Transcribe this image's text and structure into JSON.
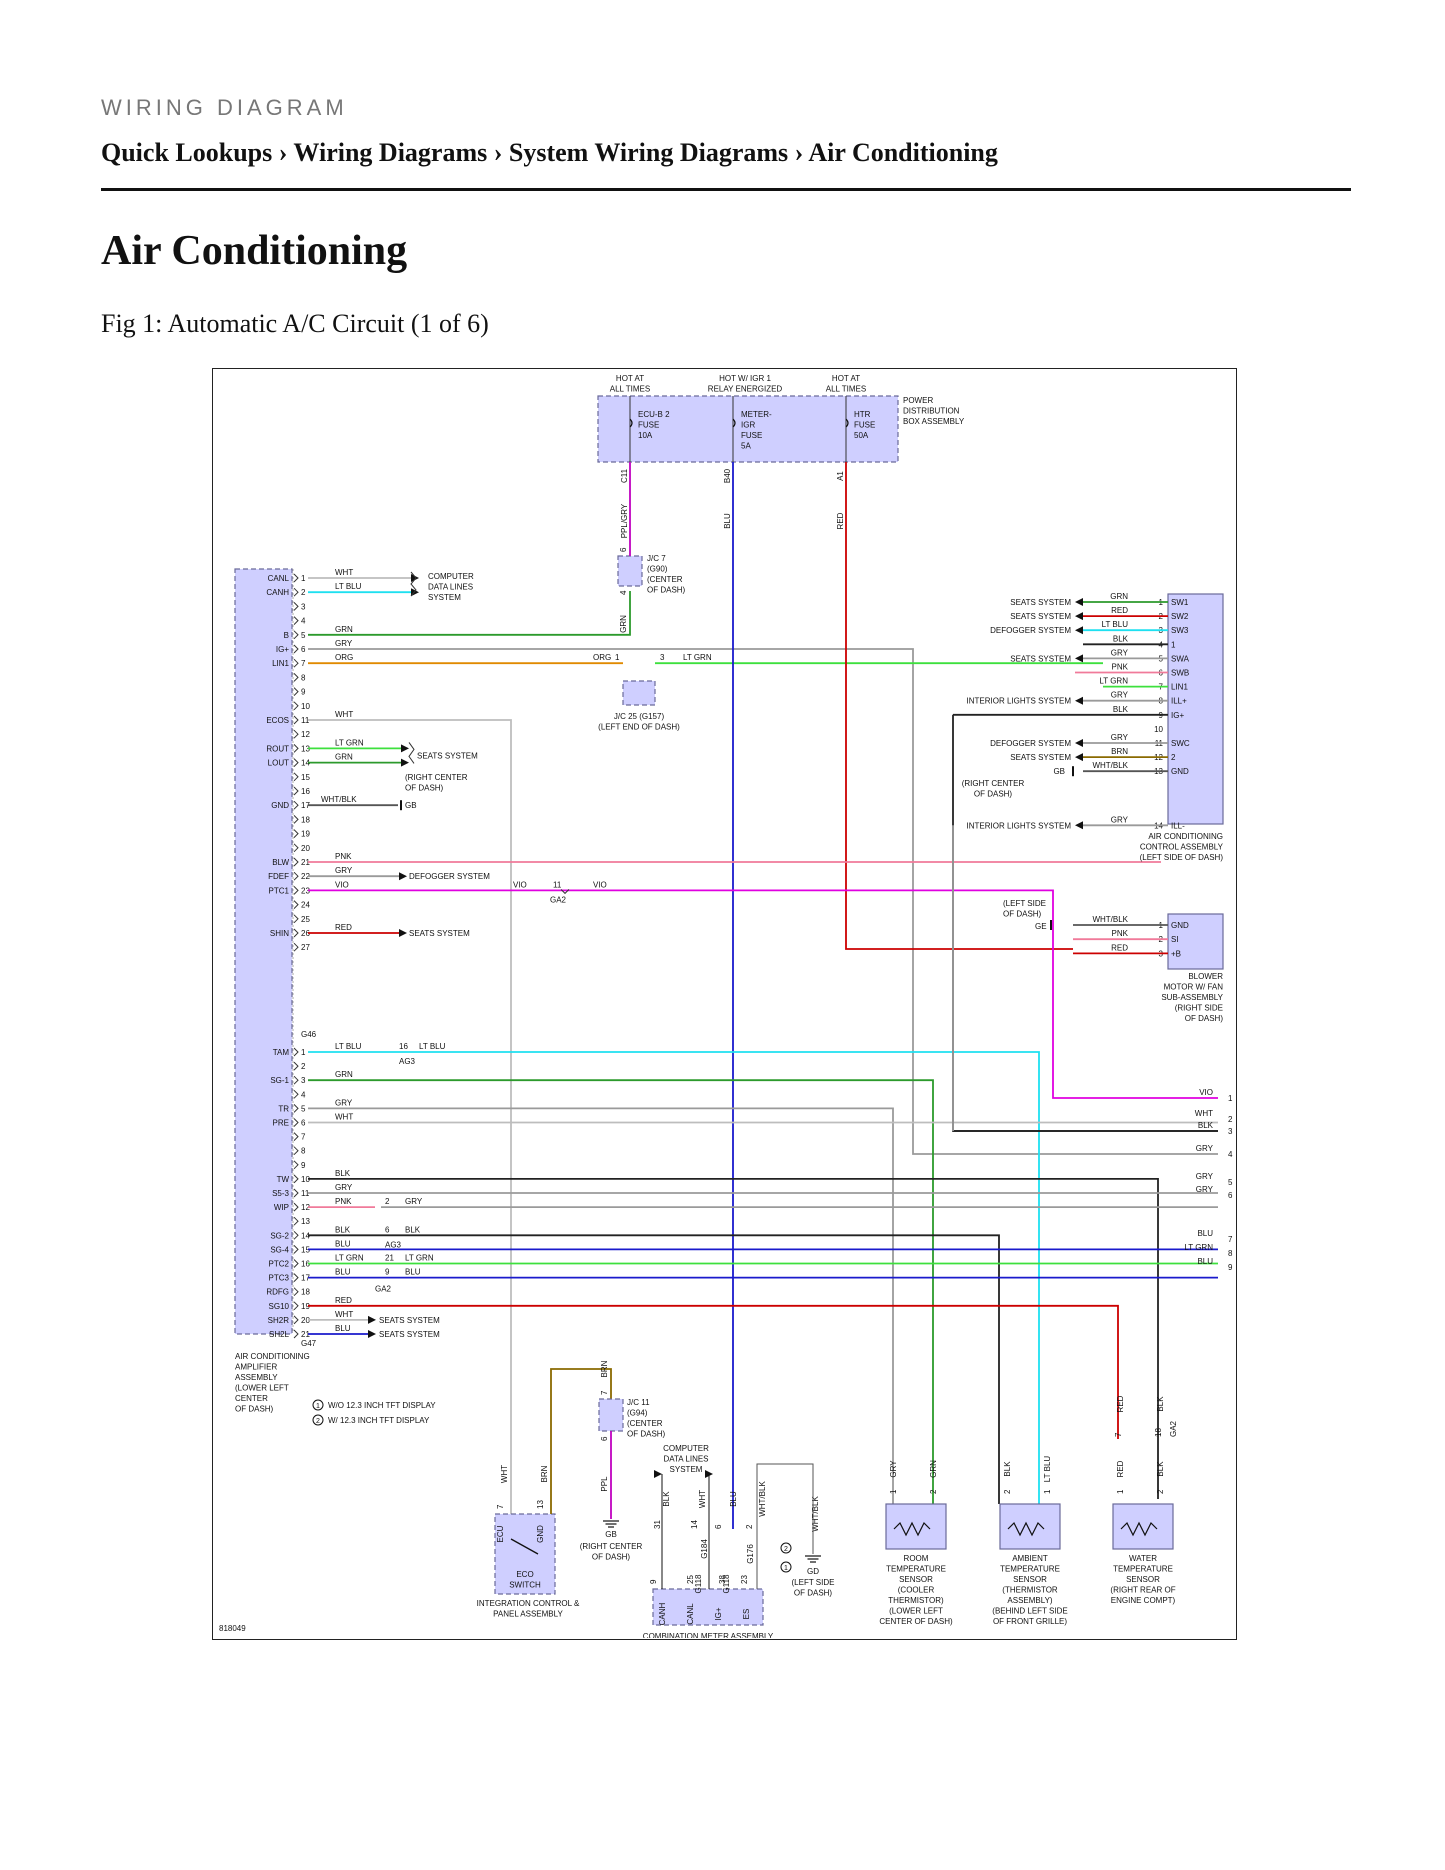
{
  "header": {
    "section_label": "WIRING DIAGRAM",
    "breadcrumb": "Quick Lookups › Wiring Diagrams › System Wiring Diagrams › Air Conditioning",
    "title": "Air Conditioning",
    "figure_caption": "Fig 1: Automatic A/C Circuit (1 of 6)"
  },
  "diagram": {
    "figure_id": "818049",
    "colors": {
      "box_fill": "#cfcfff",
      "box_stroke": "#6a6a9a"
    },
    "power_box": {
      "label": [
        "POWER",
        "DISTRIBUTION",
        "BOX ASSEMBLY"
      ],
      "hot_labels": [
        [
          "HOT AT",
          "ALL TIMES"
        ],
        [
          "HOT W/ IGR 1",
          "RELAY ENERGIZED"
        ],
        [
          "HOT AT",
          "ALL TIMES"
        ]
      ],
      "fuses": [
        [
          "ECU-B 2",
          "FUSE",
          "10A"
        ],
        [
          "METER-",
          "IGR",
          "FUSE",
          "5A"
        ],
        [
          "HTR",
          "FUSE",
          "50A"
        ]
      ],
      "connectors": [
        "C11",
        "B40",
        "A1"
      ],
      "wires": [
        "PPL/GRY",
        "BLU",
        "RED"
      ]
    },
    "junctions": {
      "jc7": {
        "label": [
          "J/C 7",
          "(G90)",
          "(CENTER",
          "OF DASH)"
        ],
        "pins": [
          "6",
          "4"
        ],
        "wire": "GRN"
      },
      "jc25": {
        "label": [
          "J/C 25 (G157)",
          "(LEFT END OF DASH)"
        ],
        "pin_left": "1",
        "pin_right": "3",
        "wire_left": "ORG",
        "wire_right": "LT GRN"
      },
      "jc11": {
        "label": [
          "J/C 11",
          "(G94)",
          "(CENTER",
          "OF DASH)"
        ],
        "pins": [
          "7",
          "6"
        ],
        "wire_top": "BRN",
        "wire_bottom": "PPL"
      }
    },
    "amplifier": {
      "label": [
        "AIR CONDITIONING",
        "AMPLIFIER",
        "ASSEMBLY",
        "(LOWER LEFT",
        "CENTER",
        "OF DASH)"
      ],
      "legend": [
        [
          "1",
          "W/O 12.3 INCH TFT DISPLAY"
        ],
        [
          "2",
          "W/ 12.3 INCH TFT DISPLAY"
        ]
      ],
      "connector_labels": [
        "G46",
        "G47"
      ],
      "pins_a": [
        {
          "pin": "1",
          "name": "CANL",
          "wire": "WHT"
        },
        {
          "pin": "2",
          "name": "CANH",
          "wire": "LT BLU"
        },
        {
          "pin": "3",
          "name": "",
          "wire": ""
        },
        {
          "pin": "4",
          "name": "",
          "wire": ""
        },
        {
          "pin": "5",
          "name": "B",
          "wire": "GRN"
        },
        {
          "pin": "6",
          "name": "IG+",
          "wire": "GRY"
        },
        {
          "pin": "7",
          "name": "LIN1",
          "wire": "ORG"
        },
        {
          "pin": "8",
          "name": "",
          "wire": ""
        },
        {
          "pin": "9",
          "name": "",
          "wire": ""
        },
        {
          "pin": "10",
          "name": "",
          "wire": ""
        },
        {
          "pin": "11",
          "name": "ECOS",
          "wire": "WHT"
        },
        {
          "pin": "12",
          "name": "",
          "wire": ""
        },
        {
          "pin": "13",
          "name": "ROUT",
          "wire": "LT GRN"
        },
        {
          "pin": "14",
          "name": "LOUT",
          "wire": "GRN"
        },
        {
          "pin": "15",
          "name": "",
          "wire": ""
        },
        {
          "pin": "16",
          "name": "",
          "wire": ""
        },
        {
          "pin": "17",
          "name": "GND",
          "wire": "WHT/BLK"
        },
        {
          "pin": "18",
          "name": "",
          "wire": ""
        },
        {
          "pin": "19",
          "name": "",
          "wire": ""
        },
        {
          "pin": "20",
          "name": "",
          "wire": ""
        },
        {
          "pin": "21",
          "name": "BLW",
          "wire": "PNK"
        },
        {
          "pin": "22",
          "name": "FDEF",
          "wire": "GRY"
        },
        {
          "pin": "23",
          "name": "PTC1",
          "wire": "VIO"
        },
        {
          "pin": "24",
          "name": "",
          "wire": ""
        },
        {
          "pin": "25",
          "name": "",
          "wire": ""
        },
        {
          "pin": "26",
          "name": "SHIN",
          "wire": "RED"
        },
        {
          "pin": "27",
          "name": "",
          "wire": ""
        }
      ],
      "pins_b": [
        {
          "pin": "1",
          "name": "TAM",
          "wire": "LT BLU"
        },
        {
          "pin": "2",
          "name": "",
          "wire": ""
        },
        {
          "pin": "3",
          "name": "SG-1",
          "wire": "GRN"
        },
        {
          "pin": "4",
          "name": "",
          "wire": ""
        },
        {
          "pin": "5",
          "name": "TR",
          "wire": "GRY"
        },
        {
          "pin": "6",
          "name": "PRE",
          "wire": "WHT"
        },
        {
          "pin": "7",
          "name": "",
          "wire": ""
        },
        {
          "pin": "8",
          "name": "",
          "wire": ""
        },
        {
          "pin": "9",
          "name": "",
          "wire": ""
        },
        {
          "pin": "10",
          "name": "TW",
          "wire": "BLK"
        },
        {
          "pin": "11",
          "name": "S5-3",
          "wire": "GRY"
        },
        {
          "pin": "12",
          "name": "WIP",
          "wire": "PNK"
        },
        {
          "pin": "13",
          "name": "",
          "wire": ""
        },
        {
          "pin": "14",
          "name": "SG-2",
          "wire": "BLK"
        },
        {
          "pin": "15",
          "name": "SG-4",
          "wire": "BLU"
        },
        {
          "pin": "16",
          "name": "PTC2",
          "wire": "LT GRN"
        },
        {
          "pin": "17",
          "name": "PTC3",
          "wire": "BLU"
        },
        {
          "pin": "18",
          "name": "RDFG",
          "wire": ""
        },
        {
          "pin": "19",
          "name": "SG10",
          "wire": "RED"
        },
        {
          "pin": "20",
          "name": "SH2R",
          "wire": "WHT"
        },
        {
          "pin": "21",
          "name": "SH2L",
          "wire": "BLU"
        }
      ]
    },
    "left_targets": {
      "computer_data_lines": [
        "COMPUTER",
        "DATA LINES",
        "SYSTEM"
      ],
      "seats_system": "SEATS SYSTEM",
      "defogger_system": "DEFOGGER SYSTEM",
      "gb_ground": [
        "(RIGHT CENTER",
        "OF DASH)",
        "GB"
      ],
      "ga2_vio": {
        "pin": "11",
        "conn": "GA2",
        "wire_left": "VIO",
        "wire_right": "VIO"
      },
      "ag3_ltblu": {
        "pin": "16",
        "conn": "AG3",
        "wire": "LT BLU"
      },
      "gry_splice": {
        "pin": "2",
        "wire": "GRY"
      },
      "blk_splice": {
        "pin": "6",
        "conn": "AG3",
        "wire": "BLK"
      },
      "ltgrn_splice": {
        "pin": "21",
        "wire": "LT GRN"
      },
      "blu_splice": {
        "pin": "9",
        "conn": "GA2",
        "wire": "BLU"
      }
    },
    "control_assembly": {
      "label": [
        "AIR CONDITIONING",
        "CONTROL ASSEMBLY",
        "(LEFT SIDE OF DASH)"
      ],
      "pins": [
        {
          "pin": "1",
          "name": "SW1",
          "wire": "GRN",
          "target": "SEATS SYSTEM"
        },
        {
          "pin": "2",
          "name": "SW2",
          "wire": "RED",
          "target": "SEATS SYSTEM"
        },
        {
          "pin": "3",
          "name": "SW3",
          "wire": "LT BLU",
          "target": "DEFOGGER SYSTEM"
        },
        {
          "pin": "4",
          "name": "1",
          "wire": "BLK",
          "target": ""
        },
        {
          "pin": "5",
          "name": "SWA",
          "wire": "GRY",
          "target": "SEATS SYSTEM"
        },
        {
          "pin": "6",
          "name": "SWB",
          "wire": "PNK",
          "target": ""
        },
        {
          "pin": "7",
          "name": "LIN1",
          "wire": "LT GRN",
          "target": ""
        },
        {
          "pin": "8",
          "name": "ILL+",
          "wire": "GRY",
          "target": "INTERIOR LIGHTS SYSTEM"
        },
        {
          "pin": "9",
          "name": "IG+",
          "wire": "BLK",
          "target": ""
        },
        {
          "pin": "10",
          "name": "",
          "wire": "",
          "target": ""
        },
        {
          "pin": "11",
          "name": "SWC",
          "wire": "GRY",
          "target": "DEFOGGER SYSTEM"
        },
        {
          "pin": "12",
          "name": "2",
          "wire": "BRN",
          "target": "SEATS SYSTEM"
        },
        {
          "pin": "13",
          "name": "GND",
          "wire": "WHT/BLK",
          "target": "GB"
        },
        {
          "pin": "14",
          "name": "ILL-",
          "wire": "GRY",
          "target": "INTERIOR LIGHTS SYSTEM"
        }
      ],
      "ground_note": [
        "(RIGHT CENTER",
        "OF DASH)"
      ]
    },
    "blower": {
      "label": [
        "BLOWER",
        "MOTOR W/ FAN",
        "SUB-ASSEMBLY",
        "(RIGHT SIDE",
        "OF DASH)"
      ],
      "ground_note": [
        "(LEFT SIDE",
        "OF DASH)",
        "GE"
      ],
      "pins": [
        {
          "pin": "1",
          "name": "GND",
          "wire": "WHT/BLK"
        },
        {
          "pin": "2",
          "name": "SI",
          "wire": "PNK"
        },
        {
          "pin": "3",
          "name": "+B",
          "wire": "RED"
        }
      ]
    },
    "right_exits": [
      {
        "n": "1",
        "wire": "VIO"
      },
      {
        "n": "2",
        "wire": "WHT"
      },
      {
        "n": "3",
        "wire": "BLK"
      },
      {
        "n": "4",
        "wire": "GRY"
      },
      {
        "n": "5",
        "wire": "GRY"
      },
      {
        "n": "6",
        "wire": "GRY"
      },
      {
        "n": "7",
        "wire": "BLU"
      },
      {
        "n": "8",
        "wire": "LT GRN"
      },
      {
        "n": "9",
        "wire": "BLU"
      }
    ],
    "eco_switch": {
      "label": [
        "ECO",
        "SWITCH"
      ],
      "assembly": [
        "INTEGRATION CONTROL &",
        "PANEL ASSEMBLY"
      ],
      "pins": [
        {
          "pin": "7",
          "name": "ECU",
          "wire": "WHT"
        },
        {
          "pin": "13",
          "name": "GND",
          "wire": "BRN"
        }
      ]
    },
    "gb_ground_bottom": [
      "GB",
      "(RIGHT CENTER",
      "OF DASH)"
    ],
    "combination_meter": {
      "label": "COMBINATION METER ASSEMBLY",
      "data_lines": [
        "COMPUTER",
        "DATA LINES",
        "SYSTEM"
      ],
      "terminals": [
        "CANH",
        "CANL",
        "IG+",
        "ES"
      ],
      "pin_numbers": [
        "9",
        "31",
        "25",
        "14",
        "38",
        "6",
        "23",
        "2"
      ],
      "connectors": [
        "G118",
        "G184",
        "G118",
        "G176"
      ],
      "wires": [
        "BLK",
        "WHT",
        "BLU",
        "WHT/BLK",
        "WHT/BLK"
      ],
      "ground": [
        "GD",
        "(LEFT SIDE",
        "OF DASH)"
      ]
    },
    "sensors": [
      {
        "label": [
          "ROOM",
          "TEMPERATURE",
          "SENSOR",
          "(COOLER",
          "THERMISTOR)",
          "(LOWER LEFT",
          "CENTER OF DASH)"
        ],
        "pins": [
          "1",
          "2"
        ],
        "wires": [
          "GRY",
          "GRN"
        ]
      },
      {
        "label": [
          "AMBIENT",
          "TEMPERATURE",
          "SENSOR",
          "(THERMISTOR",
          "ASSEMBLY)",
          "(BEHIND LEFT SIDE",
          "OF FRONT GRILLE)"
        ],
        "pins": [
          "2",
          "1"
        ],
        "wires": [
          "BLK",
          "LT BLU"
        ]
      },
      {
        "label": [
          "WATER",
          "TEMPERATURE",
          "SENSOR",
          "(RIGHT REAR OF",
          "ENGINE COMPT)"
        ],
        "pins": [
          "1",
          "2"
        ],
        "wires": [
          "RED",
          "BLK"
        ],
        "inline": {
          "pins": [
            "7",
            "18"
          ],
          "conn": "GA2"
        }
      }
    ]
  }
}
